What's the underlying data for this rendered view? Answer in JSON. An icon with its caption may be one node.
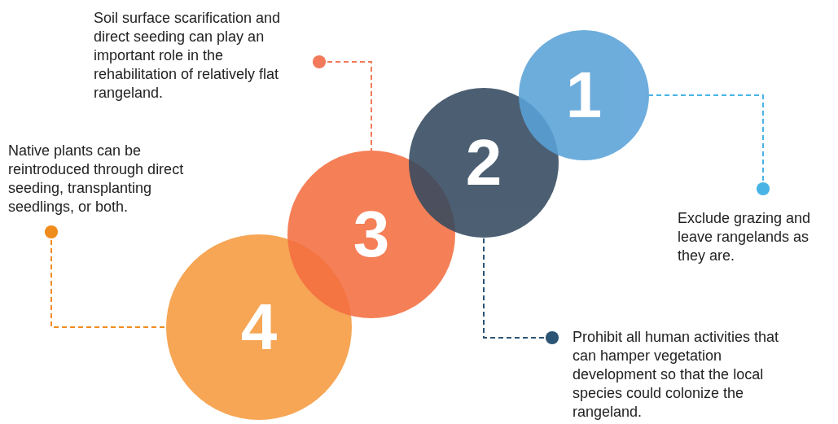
{
  "diagram": {
    "nodes": [
      {
        "text": [
          "1"
        ]
      },
      {
        "text": [
          "2"
        ]
      },
      {
        "text": [
          "3"
        ]
      },
      {
        "text": [
          "4"
        ]
      },
      {
        "text": [
          "Soil surface scarification and direct seeding can play an important role in the rehabilitation of relatively flat rangeland."
        ]
      },
      {
        "text": [
          "Native plants can be reintroduced through direct seeding, transplanting seedlings, or both."
        ]
      },
      {
        "text": [
          "Exclude grazing and leave rangelands as they are."
        ]
      },
      {
        "text": [
          "Prohibit all human activities that can hamper vegetation development so that the local species could colonize the rangeland."
        ]
      }
    ],
    "edges": [
      {
        "from": 6,
        "to": 0,
        "arrow": "other",
        "style": "dashed",
        "color": "#4ab3e6"
      },
      {
        "from": 7,
        "to": 1,
        "arrow": "other",
        "style": "dashed",
        "color": "#2c5475"
      },
      {
        "from": 4,
        "to": 2,
        "arrow": "other",
        "style": "dashed",
        "color": "#f27a5b"
      },
      {
        "from": 5,
        "to": 3,
        "arrow": "other",
        "style": "dashed",
        "color": "#f08c1c"
      }
    ]
  }
}
